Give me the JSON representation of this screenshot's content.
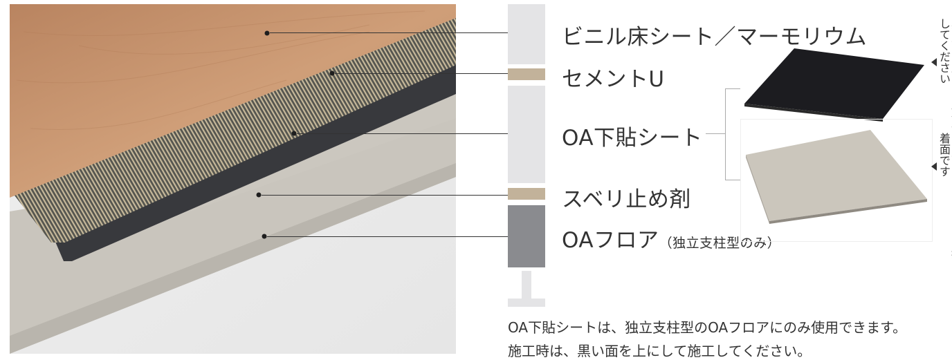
{
  "layers": [
    {
      "name": "ビニル床シート／マーモリウム"
    },
    {
      "name": "セメントU"
    },
    {
      "name": "OA下貼シート"
    },
    {
      "name": "スベリ止め剤"
    },
    {
      "name": "OAフロア",
      "note": "（独立支柱型のみ）"
    }
  ],
  "sheet_notes": {
    "top": "黒い面を上にして施工してください",
    "bottom": "この面がOAフロアとの接着面です"
  },
  "footer": {
    "line1": "OA下貼シートは、独立支柱型のOAフロアにのみ使用できます。",
    "line2": "施工時は、黒い面を上にして施工してください。"
  },
  "colors": {
    "wood": "#c99871",
    "adhesive": "#c2b29a",
    "black_sheet": "#38393d",
    "oa_board": "#c9c5bd",
    "column_light": "#e4e4e6",
    "column_dark": "#8a8b8f"
  }
}
